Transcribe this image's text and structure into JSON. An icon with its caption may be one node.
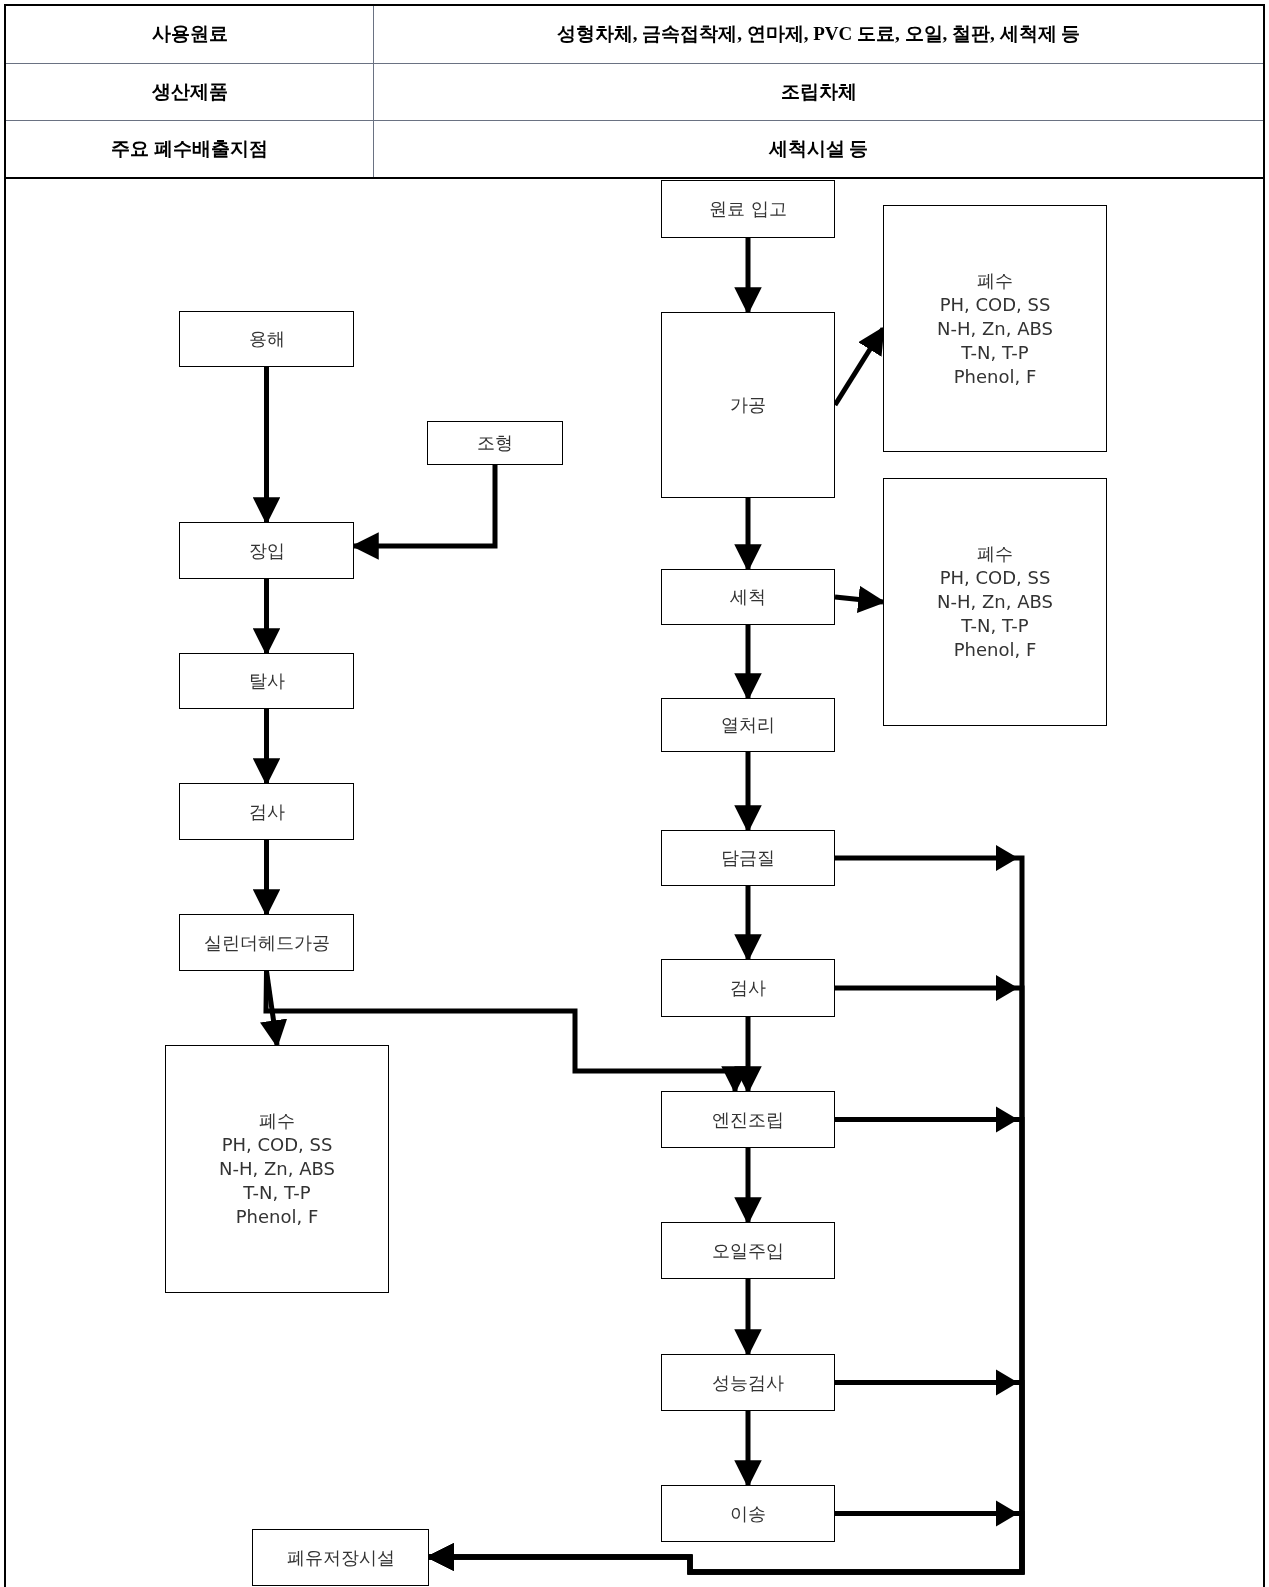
{
  "diagram": {
    "nodes": [
      {
        "text": [
          "원료 입고"
        ]
      },
      {
        "text": [
          "가공"
        ]
      },
      {
        "text": [
          "폐수",
          "PH, COD, SS",
          "N-H, Zn, ABS",
          "T-N, T-P",
          "Phenol, F"
        ]
      },
      {
        "text": [
          "세척"
        ]
      },
      {
        "text": [
          "폐수",
          "PH, COD, SS",
          "N-H, Zn, ABS",
          "T-N, T-P",
          "Phenol, F"
        ]
      },
      {
        "text": [
          "열처리"
        ]
      },
      {
        "text": [
          "담금질"
        ]
      },
      {
        "text": [
          "검사"
        ]
      },
      {
        "text": [
          "엔진조립"
        ]
      },
      {
        "text": [
          "오일주입"
        ]
      },
      {
        "text": [
          "성능검사"
        ]
      },
      {
        "text": [
          "이송"
        ]
      },
      {
        "text": [
          "용해"
        ]
      },
      {
        "text": [
          "조형"
        ]
      },
      {
        "text": [
          "장입"
        ]
      },
      {
        "text": [
          "탈사"
        ]
      },
      {
        "text": [
          "검사"
        ]
      },
      {
        "text": [
          "실린더헤드가공"
        ]
      },
      {
        "text": [
          "폐수",
          "PH, COD, SS",
          "N-H, Zn, ABS",
          "T-N, T-P",
          "Phenol, F"
        ]
      },
      {
        "text": [
          "폐유저장시설"
        ]
      }
    ],
    "edges": [
      {
        "from": 0,
        "to": 1,
        "arrow": "to"
      },
      {
        "from": 1,
        "to": 3,
        "arrow": "to"
      },
      {
        "from": 3,
        "to": 5,
        "arrow": "to"
      },
      {
        "from": 5,
        "to": 6,
        "arrow": "to"
      },
      {
        "from": 6,
        "to": 7,
        "arrow": "to"
      },
      {
        "from": 7,
        "to": 8,
        "arrow": "to"
      },
      {
        "from": 8,
        "to": 9,
        "arrow": "to"
      },
      {
        "from": 9,
        "to": 10,
        "arrow": "to"
      },
      {
        "from": 10,
        "to": 11,
        "arrow": "to"
      },
      {
        "from": 1,
        "to": 2,
        "arrow": "to"
      },
      {
        "from": 3,
        "to": 4,
        "arrow": "to"
      },
      {
        "from": 12,
        "to": 14,
        "arrow": "to"
      },
      {
        "from": 13,
        "to": 14,
        "arrow": "to"
      },
      {
        "from": 14,
        "to": 15,
        "arrow": "to"
      },
      {
        "from": 15,
        "to": 16,
        "arrow": "to"
      },
      {
        "from": 16,
        "to": 17,
        "arrow": "to"
      },
      {
        "from": 17,
        "to": 18,
        "arrow": "to"
      },
      {
        "from": 17,
        "to": 8,
        "arrow": "to"
      },
      {
        "from": 6,
        "to": 19,
        "arrow": "to"
      },
      {
        "from": 7,
        "to": 19,
        "arrow": "to"
      },
      {
        "from": 8,
        "to": 19,
        "arrow": "to"
      },
      {
        "from": 10,
        "to": 19,
        "arrow": "to"
      },
      {
        "from": 11,
        "to": 19,
        "arrow": "to"
      }
    ],
    "labels": [
      "사용원료",
      "성형차체, 금속접착제, 연마제, PVC 도료, 오일, 철판, 세척제 등",
      "생산제품",
      "조립차체",
      "주요 폐수배출지점",
      "세척시설 등"
    ]
  }
}
